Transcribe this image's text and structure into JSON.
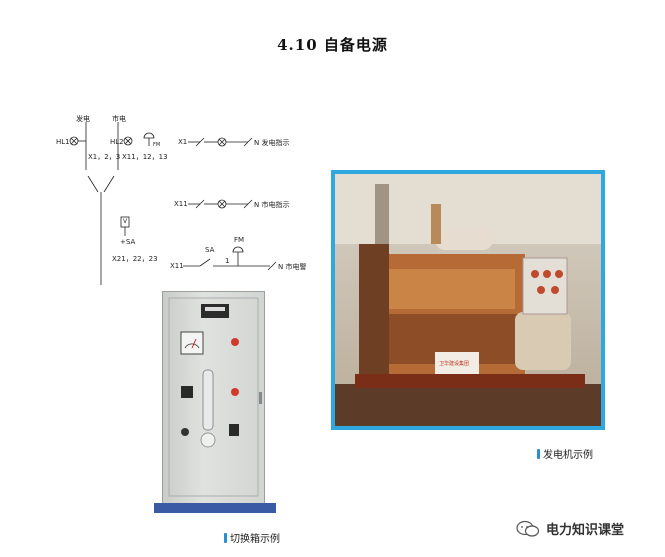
{
  "section_title": "4.10 自备电源",
  "schematic": {
    "label_fadian": "发电",
    "label_shidian": "市电",
    "hl1": "HL1",
    "hl2": "HL2",
    "x1_terms": "X1，2，3",
    "x11_terms": "X11，12，13",
    "fm_small": "FM",
    "sv_label": "V",
    "sa_label": "SA",
    "x21_terms": "X21，22，23",
    "row1_left": "X1",
    "row1_right": "N 发电指示",
    "row2_left": "X11",
    "row2_right": "N 市电指示",
    "row3_sa": "SA",
    "row3_fm": "FM",
    "row3_num": "1",
    "row3_left": "X11",
    "row3_right": "N 市电警",
    "plus_sa": "+SA"
  },
  "captions": {
    "generator": "发电机示例",
    "cabinet": "切换箱示例"
  },
  "photo_text": {
    "generator_sign": "卫华建设集团"
  },
  "watermark": {
    "text": "电力知识课堂",
    "icon": "wechat-icon"
  },
  "colors": {
    "photo_border": "#2fa8e0",
    "caption_mark": "#2a8fd0"
  }
}
